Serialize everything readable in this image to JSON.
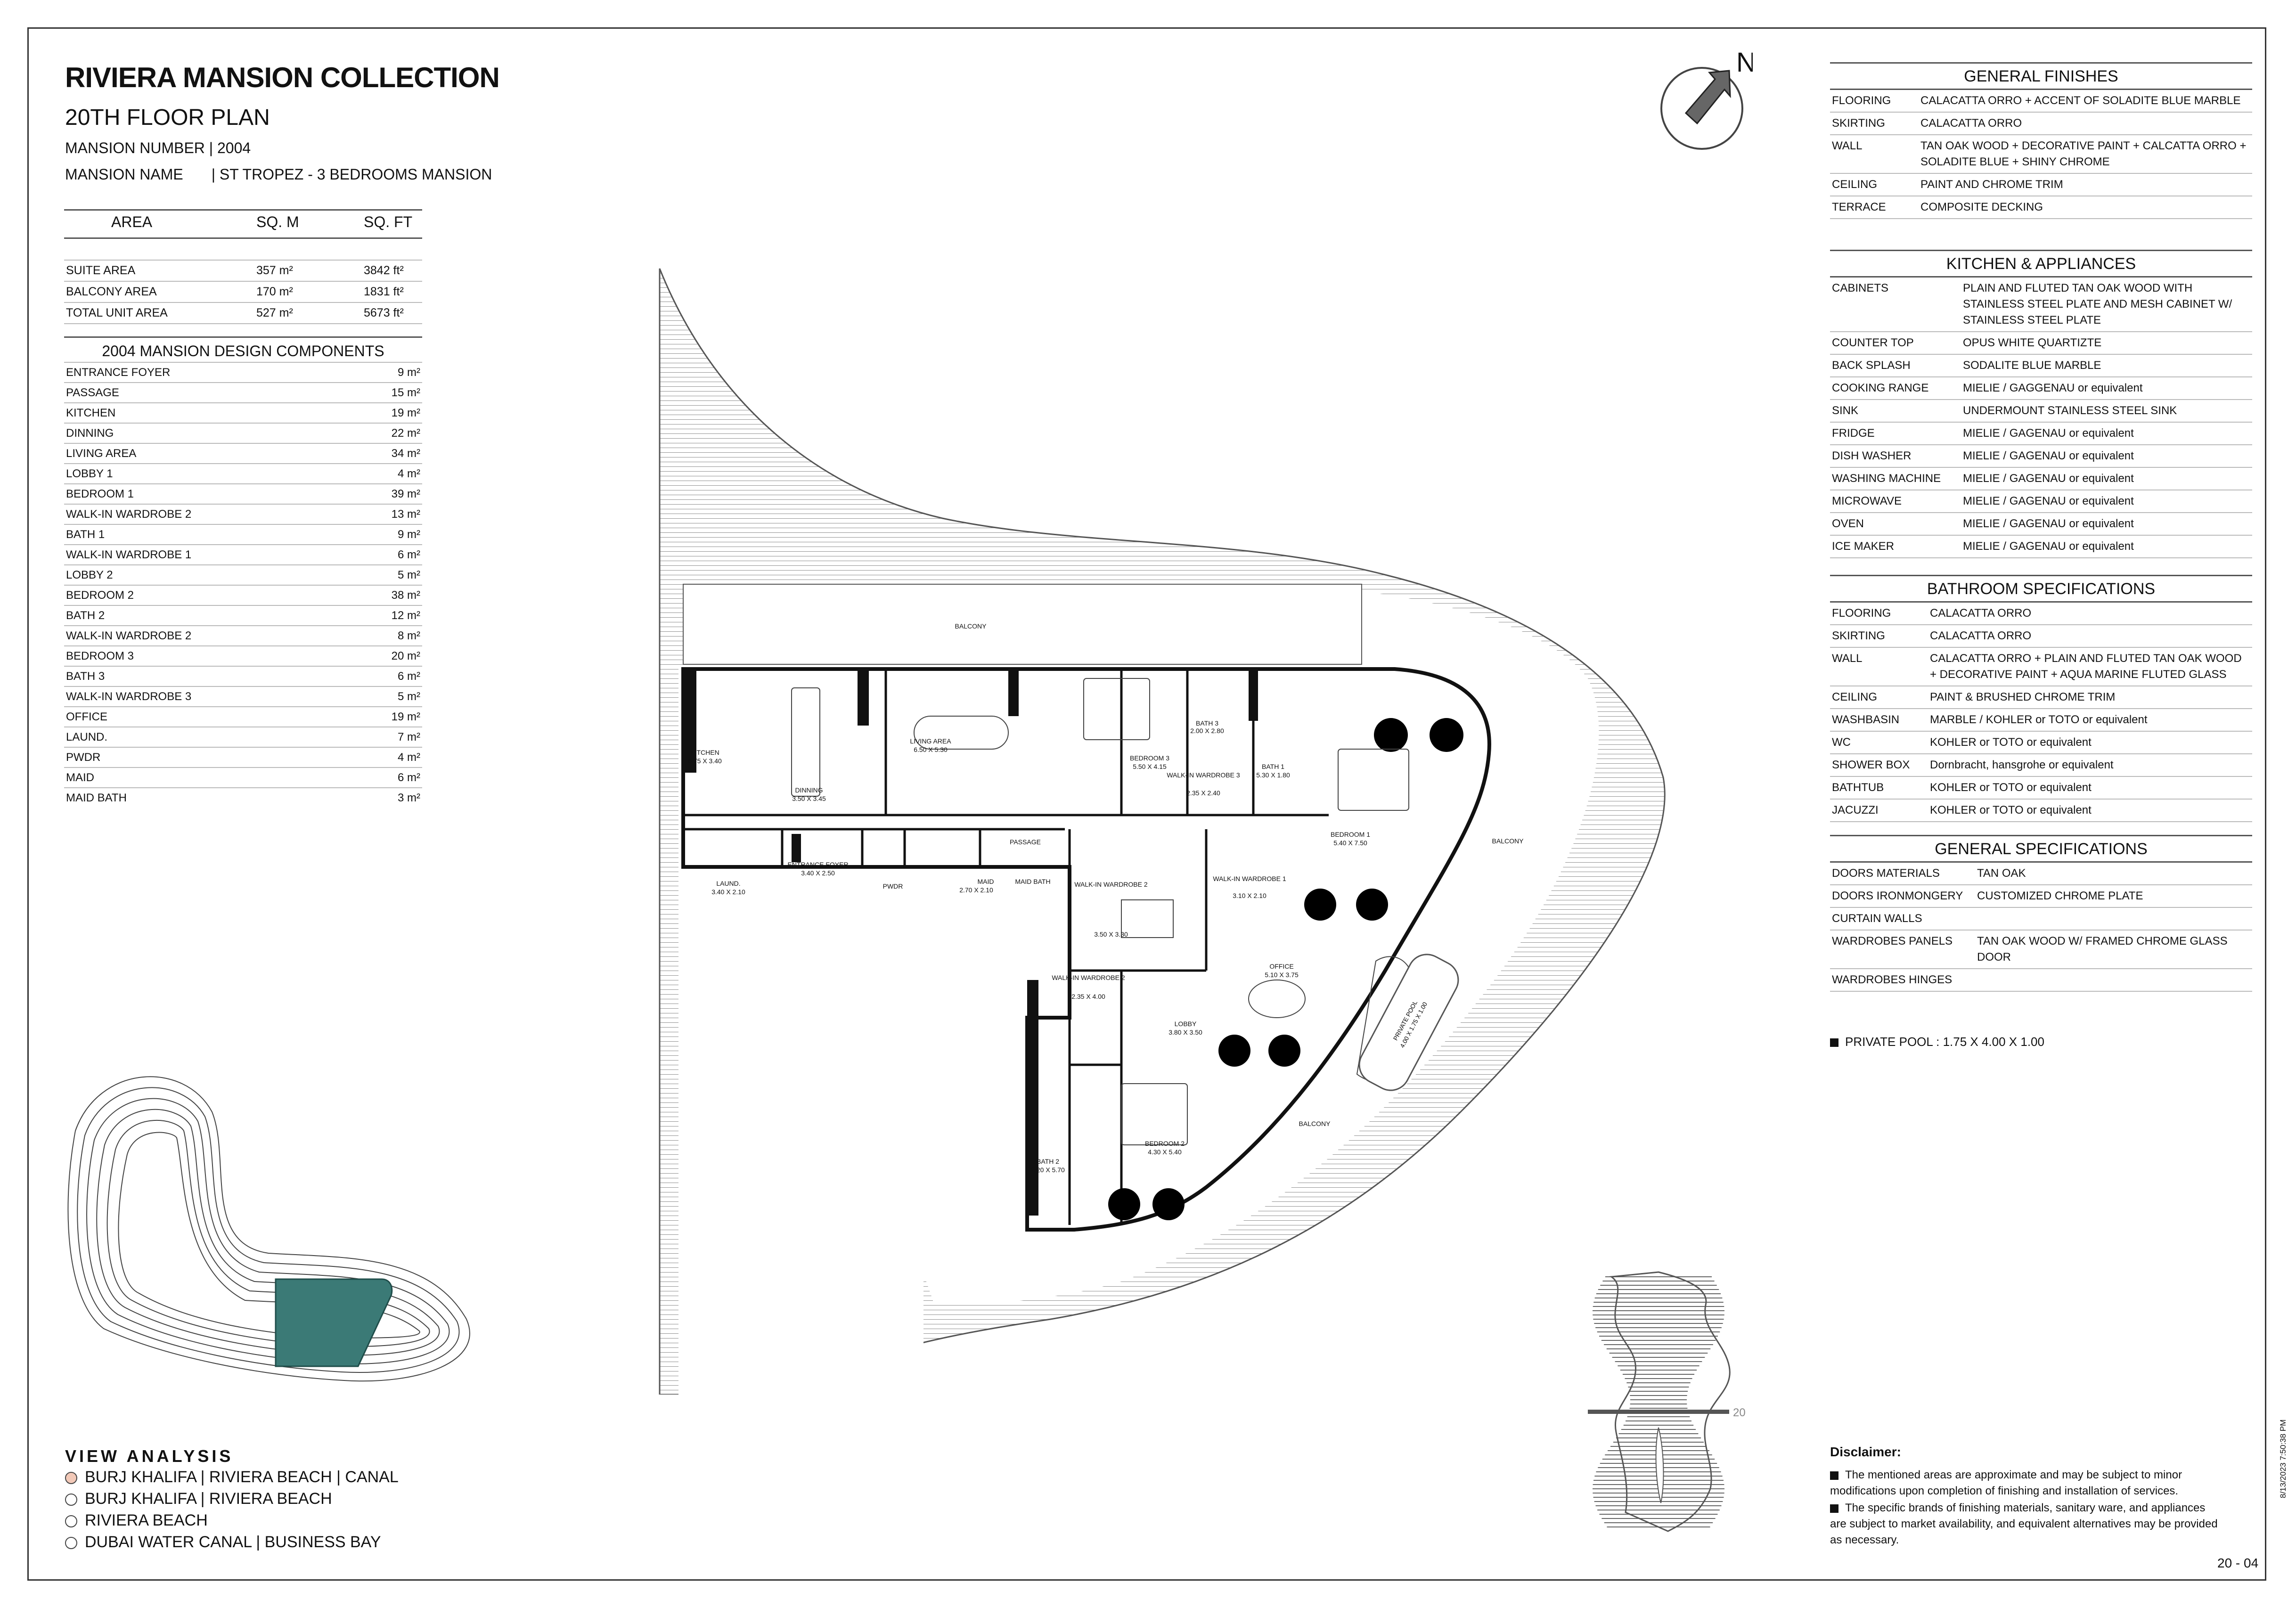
{
  "header": {
    "title": "RIVIERA MANSION COLLECTION",
    "subtitle": "20TH FLOOR PLAN",
    "mansion_number": "MANSION NUMBER | 2004",
    "mansion_name_label": "MANSION NAME",
    "mansion_name_value": "| ST TROPEZ - 3 BEDROOMS MANSION"
  },
  "area_table": {
    "headers": [
      "AREA",
      "SQ. M",
      "SQ. FT"
    ],
    "rows": [
      {
        "area": "SUITE AREA",
        "sqm": "357 m²",
        "sqft": "3842 ft²"
      },
      {
        "area": "BALCONY AREA",
        "sqm": "170 m²",
        "sqft": "1831 ft²"
      },
      {
        "area": "TOTAL UNIT AREA",
        "sqm": "527 m²",
        "sqft": "5673 ft²"
      }
    ]
  },
  "components": {
    "title": "2004 MANSION DESIGN COMPONENTS",
    "rows": [
      {
        "name": "ENTRANCE FOYER",
        "value": "9 m²"
      },
      {
        "name": "PASSAGE",
        "value": "15 m²"
      },
      {
        "name": "KITCHEN",
        "value": "19 m²"
      },
      {
        "name": "DINNING",
        "value": "22 m²"
      },
      {
        "name": "LIVING AREA",
        "value": "34 m²"
      },
      {
        "name": "LOBBY 1",
        "value": "4 m²"
      },
      {
        "name": "BEDROOM 1",
        "value": "39 m²"
      },
      {
        "name": "WALK-IN WARDROBE 2",
        "value": "13 m²"
      },
      {
        "name": "BATH 1",
        "value": "9 m²"
      },
      {
        "name": "WALK-IN WARDROBE 1",
        "value": "6 m²"
      },
      {
        "name": "LOBBY 2",
        "value": "5 m²"
      },
      {
        "name": "BEDROOM 2",
        "value": "38 m²"
      },
      {
        "name": "BATH 2",
        "value": "12 m²"
      },
      {
        "name": "WALK-IN WARDROBE 2",
        "value": "8 m²"
      },
      {
        "name": "BEDROOM 3",
        "value": "20 m²"
      },
      {
        "name": "BATH 3",
        "value": "6 m²"
      },
      {
        "name": "WALK-IN WARDROBE 3",
        "value": "5 m²"
      },
      {
        "name": "OFFICE",
        "value": "19 m²"
      },
      {
        "name": "LAUND.",
        "value": "7 m²"
      },
      {
        "name": "PWDR",
        "value": "4 m²"
      },
      {
        "name": "MAID",
        "value": "6 m²"
      },
      {
        "name": "MAID BATH",
        "value": "3 m²"
      }
    ]
  },
  "general_finishes": {
    "title": "GENERAL FINISHES",
    "rows": [
      {
        "k": "FLOORING",
        "v": "CALACATTA ORRO + ACCENT OF SOLADITE BLUE MARBLE"
      },
      {
        "k": "SKIRTING",
        "v": "CALACATTA ORRO"
      },
      {
        "k": "WALL",
        "v": "TAN OAK WOOD + DECORATIVE PAINT + CALCATTA ORRO + SOLADITE BLUE + SHINY CHROME"
      },
      {
        "k": "CEILING",
        "v": "PAINT AND CHROME TRIM"
      },
      {
        "k": "TERRACE",
        "v": "COMPOSITE DECKING"
      }
    ]
  },
  "kitchen": {
    "title": "KITCHEN & APPLIANCES",
    "rows": [
      {
        "k": "CABINETS",
        "v": "PLAIN AND FLUTED TAN OAK WOOD WITH STAINLESS STEEL PLATE AND MESH CABINET W/ STAINLESS STEEL PLATE"
      },
      {
        "k": "COUNTER TOP",
        "v": "OPUS WHITE QUARTIZTE"
      },
      {
        "k": "BACK SPLASH",
        "v": "SODALITE BLUE MARBLE"
      },
      {
        "k": "COOKING RANGE",
        "v": "MIELIE / GAGGENAU or equivalent"
      },
      {
        "k": "SINK",
        "v": "UNDERMOUNT STAINLESS STEEL SINK"
      },
      {
        "k": "FRIDGE",
        "v": "MIELIE / GAGENAU or equivalent"
      },
      {
        "k": "DISH WASHER",
        "v": "MIELIE / GAGENAU or equivalent"
      },
      {
        "k": "WASHING MACHINE",
        "v": "MIELIE / GAGENAU or equivalent"
      },
      {
        "k": "MICROWAVE",
        "v": "MIELIE / GAGENAU or equivalent"
      },
      {
        "k": "OVEN",
        "v": "MIELIE / GAGENAU or equivalent"
      },
      {
        "k": "ICE MAKER",
        "v": "MIELIE / GAGENAU or equivalent"
      }
    ]
  },
  "bathroom": {
    "title": "BATHROOM SPECIFICATIONS",
    "rows": [
      {
        "k": "FLOORING",
        "v": "CALACATTA ORRO"
      },
      {
        "k": "SKIRTING",
        "v": "CALACATTA ORRO"
      },
      {
        "k": "WALL",
        "v": "CALACATTA ORRO + PLAIN AND FLUTED TAN OAK WOOD + DECORATIVE PAINT + AQUA MARINE FLUTED GLASS"
      },
      {
        "k": "CEILING",
        "v": "PAINT & BRUSHED CHROME TRIM"
      },
      {
        "k": "WASHBASIN",
        "v": "MARBLE / KOHLER or TOTO or equivalent"
      },
      {
        "k": "WC",
        "v": "KOHLER or TOTO or equivalent"
      },
      {
        "k": "SHOWER BOX",
        "v": "Dornbracht, hansgrohe or equivalent"
      },
      {
        "k": "BATHTUB",
        "v": "KOHLER or TOTO or equivalent"
      },
      {
        "k": "JACUZZI",
        "v": "KOHLER or TOTO or equivalent"
      }
    ]
  },
  "general_specs": {
    "title": "GENERAL SPECIFICATIONS",
    "rows": [
      {
        "k": "DOORS MATERIALS",
        "v": "TAN OAK"
      },
      {
        "k": "DOORS IRONMONGERY",
        "v": "CUSTOMIZED CHROME PLATE"
      },
      {
        "k": "CURTAIN WALLS",
        "v": ""
      },
      {
        "k": "WARDROBES PANELS",
        "v": "TAN OAK WOOD W/ FRAMED CHROME GLASS DOOR"
      },
      {
        "k": "WARDROBES HINGES",
        "v": ""
      }
    ]
  },
  "pool_note": "PRIVATE POOL : 1.75 X 4.00 X 1.00",
  "compass": {
    "label": "N"
  },
  "plan": {
    "balcony": "BALCONY",
    "rooms": {
      "kitchen": {
        "name": "KITCHEN",
        "dim": "6.75 X 3.40"
      },
      "dining": {
        "name": "DINNING",
        "dim": "3.50 X 3.45"
      },
      "living": {
        "name": "LIVING AREA",
        "dim": "6.50 X 5.30"
      },
      "bedroom3": {
        "name": "BEDROOM 3",
        "dim": "5.50 X 4.15"
      },
      "bath3": {
        "name": "BATH 3",
        "dim": "2.00 X 2.80"
      },
      "wiw3": {
        "name": "WALK-IN WARDROBE 3",
        "dim": "2.35 X 2.40"
      },
      "bath1": {
        "name": "BATH 1",
        "dim": "5.30 X 1.80"
      },
      "bedroom1": {
        "name": "BEDROOM 1",
        "dim": "5.40 X 7.50"
      },
      "passage": {
        "name": "PASSAGE"
      },
      "laund": {
        "name": "LAUND.",
        "dim": "3.40 X 2.10"
      },
      "foyer": {
        "name": "ENTRANCE FOYER",
        "dim": "3.40 X 2.50"
      },
      "pwdr": {
        "name": "PWDR"
      },
      "maid": {
        "name": "MAID",
        "dim": "2.70 X 2.10"
      },
      "maidbath": {
        "name": "MAID BATH"
      },
      "wiw2": {
        "name": "WALK-IN WARDROBE 2",
        "dim": "3.50 X 3.30"
      },
      "wiw1": {
        "name": "WALK-IN WARDROBE 1",
        "dim": "3.10 X 2.10"
      },
      "office": {
        "name": "OFFICE",
        "dim": "5.10 X 3.75"
      },
      "pool": {
        "name": "PRIVATE POOL",
        "dim": "4.00 X 1.75 X 1.00"
      },
      "wiw2b": {
        "name": "WALK-IN WARDROBE 2",
        "dim": "2.35 X 4.00"
      },
      "lobby": {
        "name": "LOBBY",
        "dim": "3.80 X 3.50"
      },
      "bedroom2": {
        "name": "BEDROOM 2",
        "dim": "4.30 X 5.40"
      },
      "bath2": {
        "name": "BATH 2",
        "dim": "2.20 X 5.70"
      }
    }
  },
  "elevation_floor": "20",
  "view_analysis": {
    "title": "VIEW ANALYSIS",
    "items": [
      {
        "label": "BURJ KHALIFA | RIVIERA BEACH | CANAL",
        "color": "#f2c9b8"
      },
      {
        "label": "BURJ KHALIFA | RIVIERA BEACH",
        "color": "#ffffff"
      },
      {
        "label": "RIVIERA BEACH",
        "color": "#ffffff"
      },
      {
        "label": "DUBAI WATER CANAL | BUSINESS BAY",
        "color": "#ffffff"
      }
    ]
  },
  "key_plan_highlight": "#3b7a76",
  "disclaimer": {
    "title": "Disclaimer:",
    "items": [
      "The mentioned areas are approximate and may be subject to minor modifications  upon completion of finishing and installation of services.",
      "The specific brands of finishing materials, sanitary ware, and appliances are subject to market availability, and equivalent alternatives may be provided as necessary."
    ]
  },
  "page_number": "20 - 04",
  "timestamp": "8/13/2023 7:50:38 PM"
}
